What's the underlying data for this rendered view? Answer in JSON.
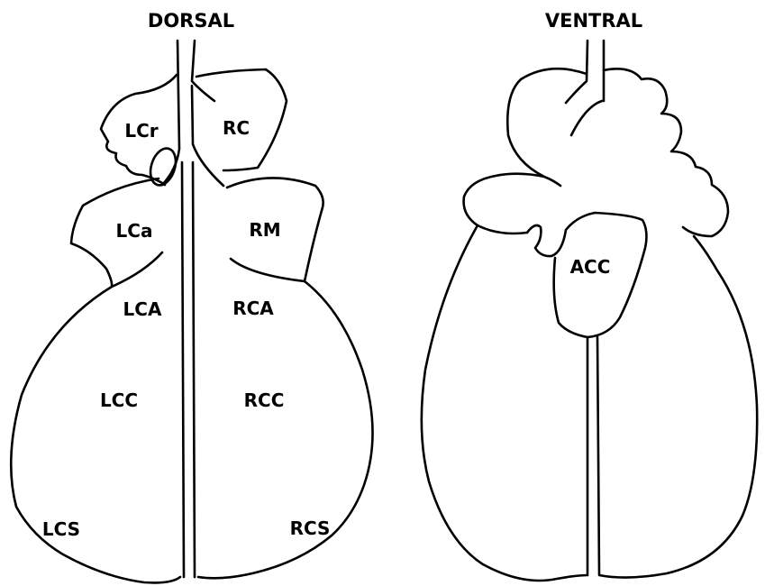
{
  "dorsal_view": {
    "title": "DORSAL",
    "labels": {
      "lcr": "LCr",
      "rc": "RC",
      "lca_lower": "LCa",
      "rm": "RM",
      "lca": "LCA",
      "rca": "RCA",
      "lcc": "LCC",
      "rcc": "RCC",
      "lcs": "LCS",
      "rcs": "RCS"
    }
  },
  "ventral_view": {
    "title": "VENTRAL",
    "labels": {
      "acc": "ACC"
    }
  },
  "colors": {
    "line": "#000000",
    "background": "#ffffff"
  }
}
